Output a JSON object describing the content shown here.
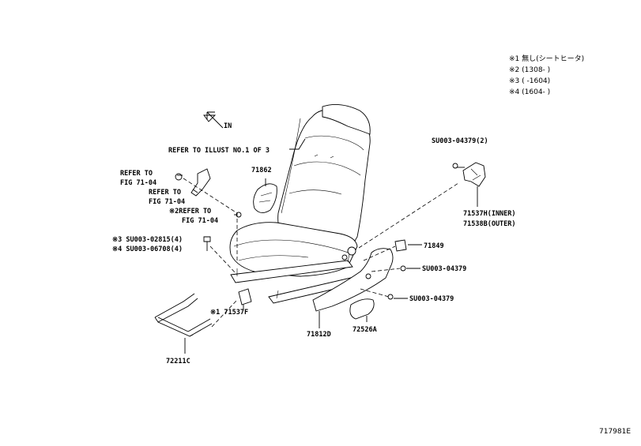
{
  "notes": [
    "※1  無し(シートヒータ)",
    "※2 (1308-      )",
    "※3 (      -1604)",
    "※4 (1604-      )"
  ],
  "direction": "IN",
  "callouts": {
    "refer_illust": "REFER TO ILLUST NO.1 OF 3",
    "refer_fig_a1": "REFER TO",
    "refer_fig_a2": "FIG 71-04",
    "refer_fig_b1": "REFER TO",
    "refer_fig_b2": "FIG 71-04",
    "refer_fig_c1": "※2REFER TO",
    "refer_fig_c2": "FIG 71-04",
    "bolt_1": "※3 SU003-02815(4)",
    "bolt_2": "※4 SU003-06708(4)",
    "p71862": "71862",
    "p71537f": "※1 71537F",
    "p72211c": "72211C",
    "p71812d": "71812D",
    "p72526a": "72526A",
    "p71849": "71849",
    "su_top": "SU003-04379(2)",
    "su_mid": "SU003-04379",
    "su_low": "SU003-04379",
    "p71537h": "71537H(INNER)",
    "p71538b": "71538B(OUTER)"
  },
  "diagram_id": "717981E"
}
